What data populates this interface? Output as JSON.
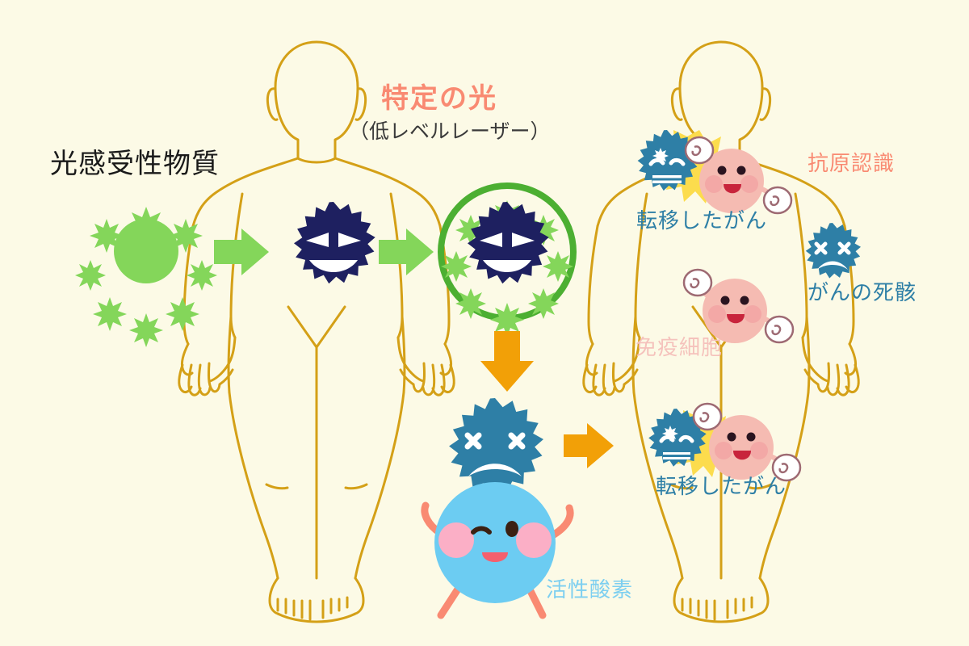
{
  "diagram": {
    "title_concept": "photodynamic-therapy-flow",
    "background_color": "#FCFAE6",
    "body_outline_color": "#D4A017"
  },
  "labels": {
    "photosensitizer": "光感受性物質",
    "specific_light": "特定の光",
    "specific_light_sub": "（低レベルレーザー）",
    "antigen_recognition": "抗原認識",
    "metastasized_cancer_upper": "転移したがん",
    "metastasized_cancer_lower": "転移したがん",
    "cancer_corpse": "がんの死骸",
    "immune_cell": "免疫細胞",
    "reactive_oxygen": "活性酸素"
  },
  "colors": {
    "background": "#FCFAE6",
    "body_outline": "#D4A017",
    "photosensitizer_green": "#84D65A",
    "green_arrow": "#84D65A",
    "green_ring": "#4CAF32",
    "cancer_navy": "#1E2060",
    "cancer_teal": "#2E7FA6",
    "orange_arrow": "#F2A007",
    "immune_pink": "#F5BBB2",
    "ros_blue": "#6CCCF2",
    "cheek_pink": "#FBAFC6",
    "limb_salmon": "#F98A72",
    "burst_yellow": "#FCDC4D",
    "text_black": "#1A1A1A",
    "text_salmon": "#F98A72",
    "text_teal": "#2E7FA6",
    "text_lightpink": "#F5C2BC",
    "text_skyblue": "#7DCFF0"
  },
  "icons": {
    "photosensitizer": "green-circle-sparkles-icon",
    "cancer_cell_evil": "spiky-cancer-cell-icon",
    "cancer_cell_dead": "dead-cancer-cell-icon",
    "cancer_cell_worried": "worried-cancer-cell-icon",
    "immune_cell": "immune-cell-icon",
    "reactive_oxygen": "reactive-oxygen-character-icon",
    "arrow_green": "green-right-arrow-icon",
    "arrow_orange_down": "orange-down-arrow-icon",
    "arrow_orange_right": "orange-right-arrow-icon",
    "human_body": "human-body-outline-icon",
    "burst": "yellow-burst-icon"
  },
  "steps": {
    "step1": "光感受性物質",
    "step2": "特定の光",
    "step3": "活性酸素",
    "step4": "抗原認識"
  }
}
